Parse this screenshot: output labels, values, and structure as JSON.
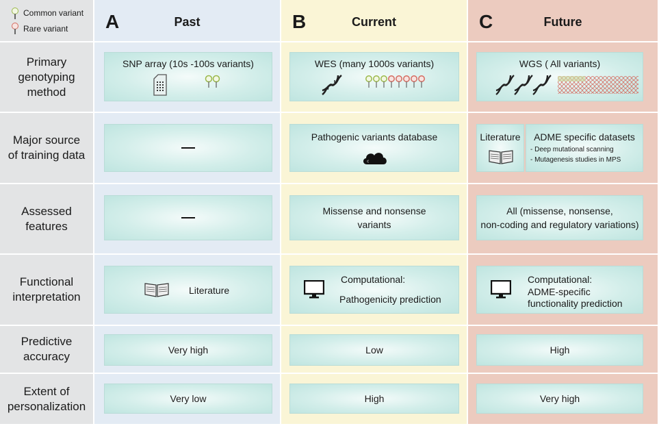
{
  "legend": {
    "common": "Common variant",
    "rare": "Rare variant"
  },
  "colors": {
    "common_pin": "#9ab84a",
    "rare_pin": "#d46a5f",
    "box_fill": "#c9ebe6"
  },
  "columns": [
    {
      "letter": "A",
      "title": "Past"
    },
    {
      "letter": "B",
      "title": "Current"
    },
    {
      "letter": "C",
      "title": "Future"
    }
  ],
  "rows": [
    {
      "label": "Primary\ngenotyping\nmethod"
    },
    {
      "label": "Major source\nof training data"
    },
    {
      "label": "Assessed\nfeatures"
    },
    {
      "label": "Functional\ninterpretation"
    },
    {
      "label": "Predictive\naccuracy"
    },
    {
      "label": "Extent of\npersonalization"
    }
  ],
  "genotyping": {
    "past": "SNP array (10s -100s variants)",
    "current": "WES (many 1000s variants)",
    "future": "WGS ( All variants)"
  },
  "training": {
    "current": "Pathogenic variants database",
    "future_lit": "Literature",
    "future_adme": "ADME specific datasets",
    "future_item1": "- Deep mutational scanning",
    "future_item2": "- Mutagenesis studies in MPS"
  },
  "features": {
    "current": "Missense and nonsense\nvariants",
    "future": "All (missense, nonsense,\nnon-coding and regulatory variations)"
  },
  "interpretation": {
    "past": "Literature",
    "current_l1": "Computational:",
    "current_l2": "Pathogenicity prediction",
    "future_l1": "Computational:",
    "future_l2": "ADME-specific\nfunctionality prediction"
  },
  "accuracy": {
    "past": "Very high",
    "current": "Low",
    "future": "High"
  },
  "personalization": {
    "past": "Very low",
    "current": "High",
    "future": "Very high"
  }
}
